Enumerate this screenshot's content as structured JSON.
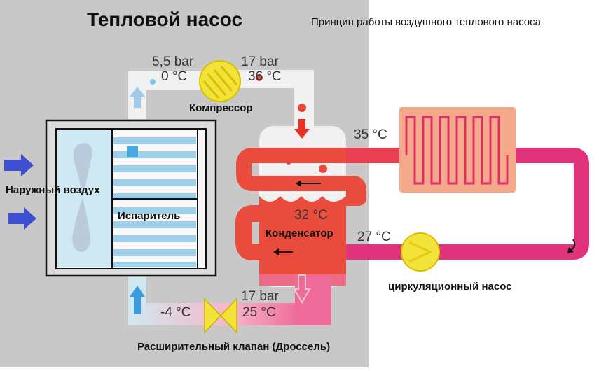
{
  "title": "Тепловой насос",
  "subtitle": "Принцип работы воздушного теплового насоса",
  "components": {
    "compressor": "Компрессор",
    "evaporator": "Испаритель",
    "condenser": "Конденсатор",
    "pump": "циркуляционный насос",
    "valve": "Расширительный клапан (Дроссель)",
    "outside_air": "Наружный воздух"
  },
  "values": {
    "pressure_low": "5,5 bar",
    "temp_evap_out": "0 °C",
    "pressure_high_top": "17 bar",
    "temp_comp_out": "36 °C",
    "temp_supply": "35 °C",
    "temp_condenser": "32 °C",
    "temp_return": "27 °C",
    "pressure_high_bottom": "17 bar",
    "temp_before_valve": "25 °C",
    "temp_after_valve": "-4 °C"
  },
  "colors": {
    "left_bg": "#c8c8c8",
    "refrigerant_cold": "#f2f2f2",
    "refrigerant_hot": "#e94b3c",
    "water_loop": "#e0337b",
    "radiator": "#f4a98a",
    "compressor": "#f3e23a",
    "arrows": "#3e4fd1"
  },
  "icons": [
    "fan-icon",
    "compressor-icon",
    "pump-icon",
    "expansion-valve-icon",
    "air-flow-arrow-icon",
    "flow-arrow-icon"
  ]
}
